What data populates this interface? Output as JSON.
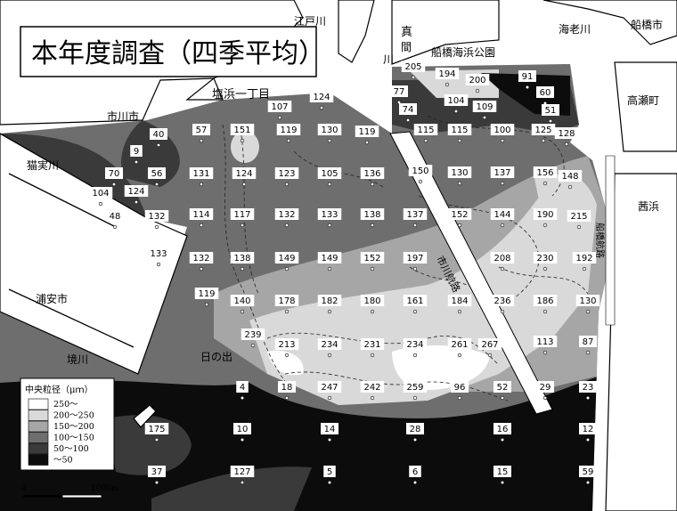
{
  "title": "本年度調査（四季平均）",
  "place_labels": {
    "edogawa": "江戸川",
    "makoma": "真",
    "makoma2": "間",
    "makoma3": "川",
    "funabashi_park": "船橋海浜公園",
    "ebigawa": "海老川",
    "funabashi_city": "船橋市",
    "takase": "高瀬町",
    "akane": "茜浜",
    "shiohama": "塩浜一丁目",
    "ichikawa": "市川市",
    "nekozane": "猫実川",
    "urayasu": "浦安市",
    "sakai": "境川",
    "hinode": "日の出",
    "ichikawa_channel": "市川航路",
    "funabashi_channel": "船橋航路"
  },
  "legend": {
    "title": "中央粒径（μｍ）",
    "items": [
      {
        "label": "250～",
        "color": "#ffffff"
      },
      {
        "label": "200～250",
        "color": "#d9d9d9"
      },
      {
        "label": "150～200",
        "color": "#a6a6a6"
      },
      {
        "label": "100～150",
        "color": "#6e6e6e"
      },
      {
        "label": "50～100",
        "color": "#3a3a3a"
      },
      {
        "label": "～50",
        "color": "#0c0c0c"
      }
    ]
  },
  "scale_bar": {
    "zero": "0",
    "distance": "1000m"
  },
  "stations": [
    [
      "124",
      0
    ],
    [
      "107",
      0
    ],
    [
      "40",
      0
    ],
    [
      "9",
      0
    ],
    [
      "57",
      0
    ],
    [
      "151",
      0
    ],
    [
      "119",
      0
    ],
    [
      "130",
      0
    ],
    [
      "119",
      0
    ],
    [
      "70",
      0
    ],
    [
      "56",
      0
    ],
    [
      "131",
      0
    ],
    [
      "124",
      0
    ],
    [
      "123",
      0
    ],
    [
      "105",
      0
    ],
    [
      "136",
      0
    ],
    [
      "104",
      0
    ],
    [
      "124",
      0
    ],
    [
      "48",
      0
    ],
    [
      "132",
      0
    ],
    [
      "114",
      0
    ],
    [
      "117",
      0
    ],
    [
      "132",
      0
    ],
    [
      "133",
      0
    ],
    [
      "138",
      0
    ],
    [
      "137",
      0
    ],
    [
      "133",
      0
    ],
    [
      "132",
      0
    ],
    [
      "138",
      0
    ],
    [
      "149",
      0
    ],
    [
      "149",
      0
    ],
    [
      "152",
      0
    ],
    [
      "197",
      0
    ],
    [
      "119",
      0
    ],
    [
      "140",
      0
    ],
    [
      "178",
      0
    ],
    [
      "182",
      0
    ],
    [
      "180",
      0
    ],
    [
      "161",
      0
    ],
    [
      "184",
      0
    ],
    [
      "239",
      0
    ],
    [
      "213",
      0
    ],
    [
      "234",
      0
    ],
    [
      "231",
      0
    ],
    [
      "234",
      0
    ],
    [
      "261",
      0
    ],
    [
      "267",
      0
    ],
    [
      "4",
      0
    ],
    [
      "18",
      0
    ],
    [
      "247",
      0
    ],
    [
      "242",
      0
    ],
    [
      "259",
      0
    ],
    [
      "96",
      0
    ],
    [
      "52",
      0
    ],
    [
      "29",
      0
    ],
    [
      "23",
      0
    ],
    [
      "175",
      0
    ],
    [
      "10",
      0
    ],
    [
      "14",
      0
    ],
    [
      "28",
      0
    ],
    [
      "16",
      0
    ],
    [
      "12",
      0
    ],
    [
      "37",
      0
    ],
    [
      "127",
      0
    ],
    [
      "5",
      0
    ],
    [
      "6",
      0
    ],
    [
      "15",
      0
    ],
    [
      "59",
      0
    ],
    [
      "205",
      0
    ],
    [
      "194",
      0
    ],
    [
      "200",
      0
    ],
    [
      "91",
      0
    ],
    [
      "77",
      0
    ],
    [
      "74",
      0
    ],
    [
      "104",
      0
    ],
    [
      "109",
      0
    ],
    [
      "60",
      0
    ],
    [
      "51",
      0
    ],
    [
      "115",
      0
    ],
    [
      "115",
      0
    ],
    [
      "100",
      0
    ],
    [
      "125",
      0
    ],
    [
      "128",
      0
    ],
    [
      "150",
      0
    ],
    [
      "130",
      0
    ],
    [
      "137",
      0
    ],
    [
      "156",
      0
    ],
    [
      "148",
      0
    ],
    [
      "152",
      0
    ],
    [
      "144",
      0
    ],
    [
      "190",
      0
    ],
    [
      "215",
      0
    ],
    [
      "208",
      0
    ],
    [
      "230",
      0
    ],
    [
      "192",
      0
    ],
    [
      "236",
      0
    ],
    [
      "186",
      0
    ],
    [
      "130",
      0
    ],
    [
      "113",
      0
    ],
    [
      "87",
      0
    ]
  ]
}
